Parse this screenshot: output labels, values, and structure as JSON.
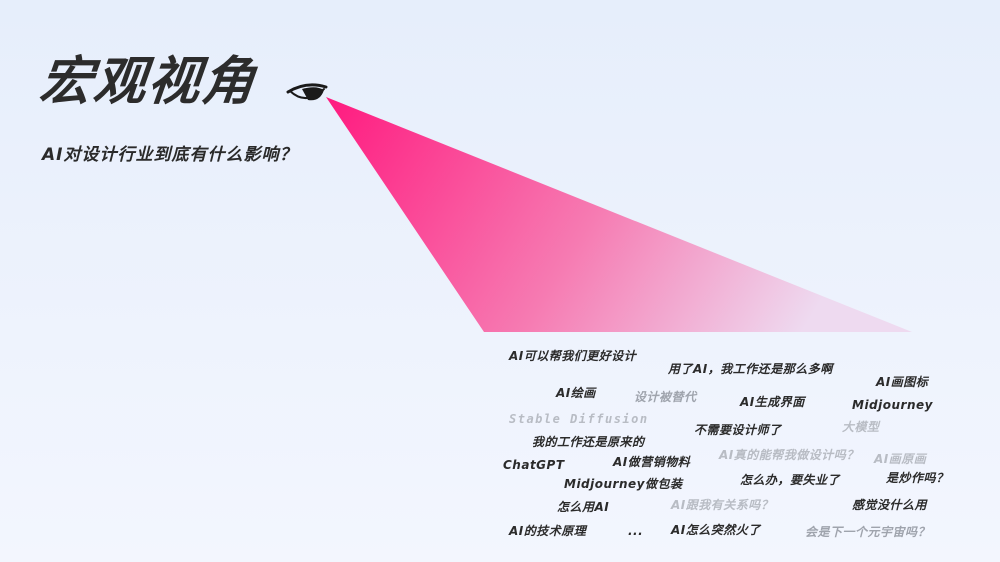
{
  "slide": {
    "title": "宏观视角",
    "subtitle": "AI对设计行业到底有什么影响？",
    "colors": {
      "beam_start": "#ff1a7f",
      "beam_end": "#f0d8ee",
      "text_dark": "#2b2b2b",
      "text_gray": "#9fa4ad"
    },
    "icons": [
      "eye-icon"
    ]
  },
  "keywords": [
    {
      "text": "AI可以帮我们更好设计",
      "tone": "dark"
    },
    {
      "text": "用了AI，我工作还是那么多啊",
      "tone": "dark"
    },
    {
      "text": "AI画图标",
      "tone": "dark"
    },
    {
      "text": "AI绘画",
      "tone": "dark"
    },
    {
      "text": "设计被替代",
      "tone": "gray"
    },
    {
      "text": "AI生成界面",
      "tone": "dark"
    },
    {
      "text": "Midjourney",
      "tone": "dark"
    },
    {
      "text": "Stable  Diffusion",
      "tone": "light"
    },
    {
      "text": "不需要设计师了",
      "tone": "dark"
    },
    {
      "text": "大模型",
      "tone": "light"
    },
    {
      "text": "我的工作还是原来的",
      "tone": "dark"
    },
    {
      "text": "ChatGPT",
      "tone": "dark"
    },
    {
      "text": "AI做营销物料",
      "tone": "dark"
    },
    {
      "text": "AI真的能帮我做设计吗？",
      "tone": "light"
    },
    {
      "text": "AI画原画",
      "tone": "light"
    },
    {
      "text": "Midjourney做包装",
      "tone": "dark"
    },
    {
      "text": "怎么办，要失业了",
      "tone": "dark"
    },
    {
      "text": "是炒作吗？",
      "tone": "dark"
    },
    {
      "text": "怎么用AI",
      "tone": "dark"
    },
    {
      "text": "AI跟我有关系吗？",
      "tone": "light"
    },
    {
      "text": "感觉没什么用",
      "tone": "dark"
    },
    {
      "text": "AI的技术原理",
      "tone": "dark"
    },
    {
      "text": "...",
      "tone": "dark"
    },
    {
      "text": "AI怎么突然火了",
      "tone": "dark"
    },
    {
      "text": "会是下一个元宇宙吗？",
      "tone": "gray"
    }
  ]
}
